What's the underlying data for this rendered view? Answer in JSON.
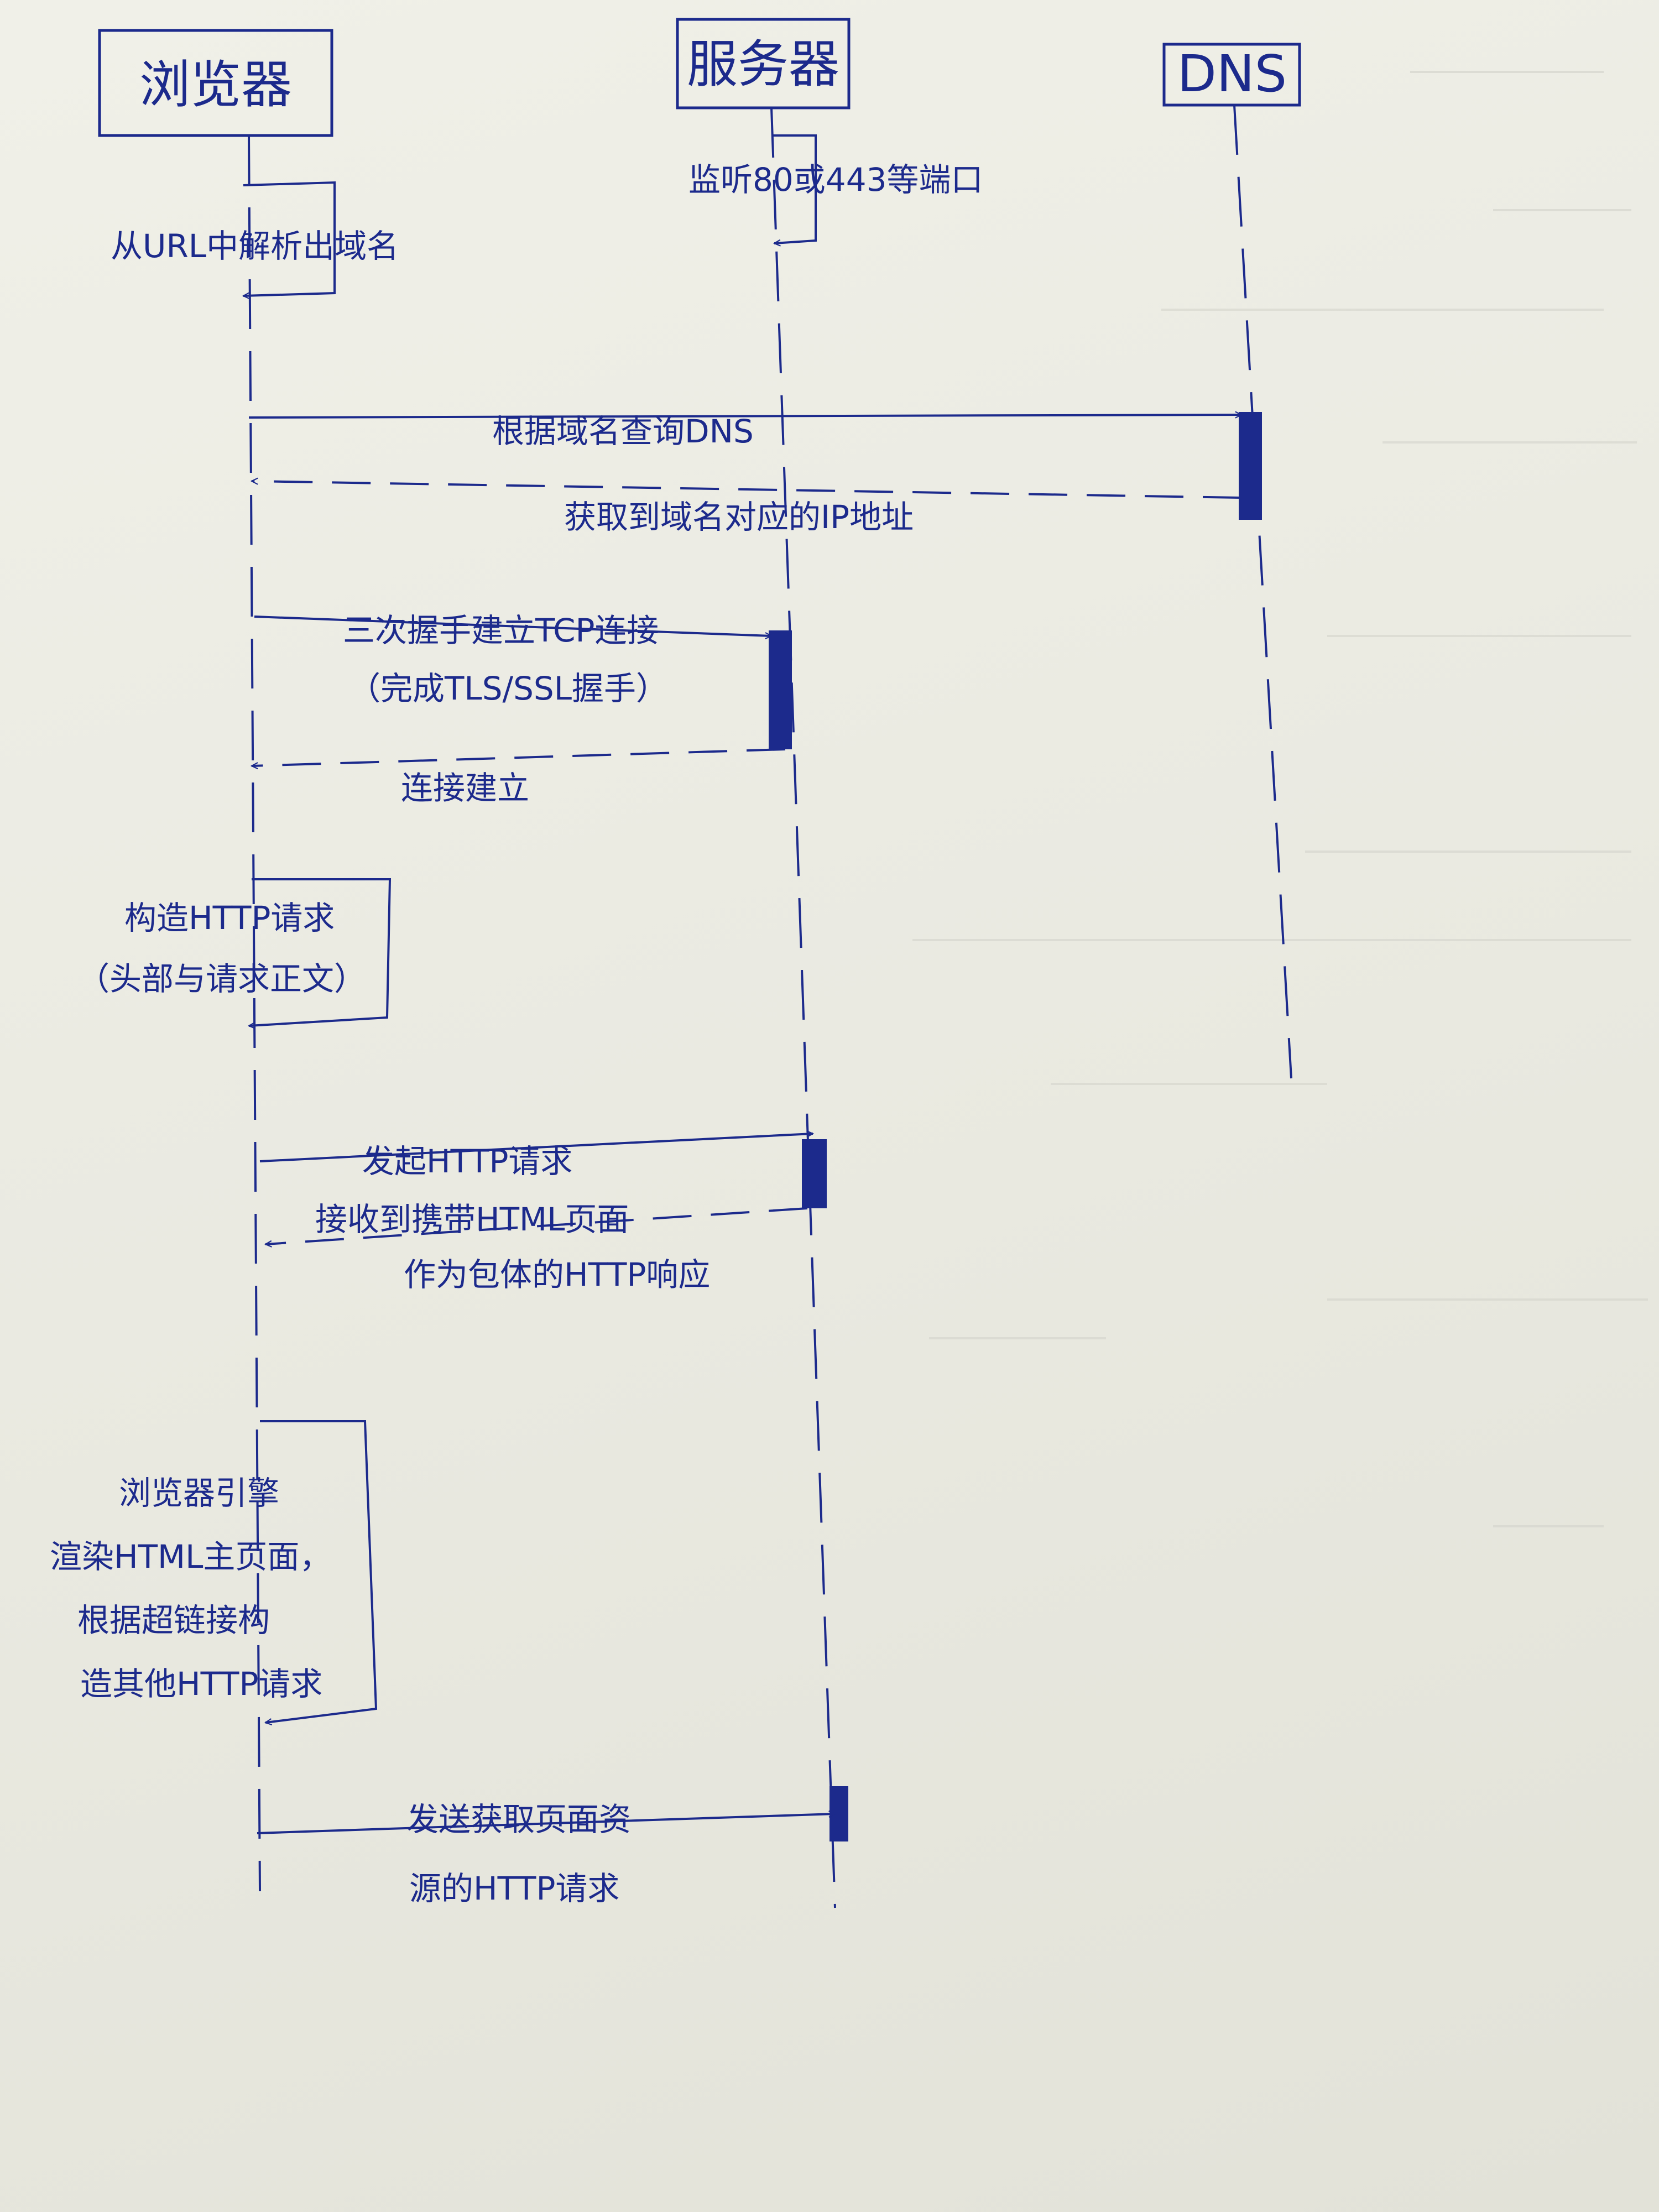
{
  "participants": {
    "browser": "浏览器",
    "server": "服务器",
    "dns": "DNS"
  },
  "notes": {
    "parse_domain": "从URL中解析出域名",
    "listen_port": "监听80或443等端口",
    "build_request_1": "构造HTTP请求",
    "build_request_2": "（头部与请求正文）",
    "render_1": "浏览器引擎",
    "render_2": "渲染HTML主页面，",
    "render_3": "根据超链接构",
    "render_4": "造其他HTTP请求"
  },
  "messages": {
    "dns_query": "根据域名查询DNS",
    "dns_reply": "获取到域名对应的IP地址",
    "tcp_1": "三次握手建立TCP连接",
    "tcp_2": "（完成TLS/SSL握手）",
    "tcp_ack": "连接建立",
    "http_req": "发起HTTP请求",
    "http_resp_1": "接收到携带HTML页面",
    "http_resp_2": "作为包体的HTTP响应",
    "resource_1": "发送获取页面资",
    "resource_2": "源的HTTP请求"
  },
  "ink_color": "#1c2a8c",
  "paper_color": "#ecece4"
}
